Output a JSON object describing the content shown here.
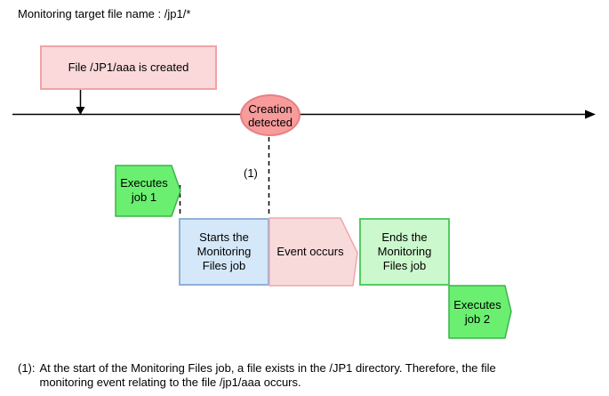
{
  "title": "Monitoring target file name : /jp1/*",
  "colors": {
    "created_box_fill": "#fbd9da",
    "created_box_border": "#f0a3a8",
    "ellipse_fill": "#f79b9b",
    "ellipse_border": "#e87f84",
    "job_fill": "#6aef70",
    "job_border": "#3cb44a",
    "starts_box_fill": "#d5e8fa",
    "starts_box_border": "#8fb1d9",
    "event_fill": "#f9dadb",
    "event_border": "#eda7ad",
    "ends_box_fill": "#ccf8cd",
    "ends_box_border": "#55cb63",
    "line_color": "#000000"
  },
  "diagram": {
    "created_box": {
      "label": "File /JP1/aaa is created"
    },
    "creation_ellipse": {
      "label": "Creation\ndetected"
    },
    "ref_marker": "(1)",
    "executes_job1": {
      "label": "Executes\njob 1"
    },
    "starts_box": {
      "label": "Starts the\nMonitoring\nFiles job"
    },
    "event_occurs": {
      "label": "Event occurs"
    },
    "ends_box": {
      "label": "Ends the\nMonitoring\nFiles job"
    },
    "executes_job2": {
      "label": "Executes\njob 2"
    }
  },
  "footnote": {
    "prefix": "(1):",
    "text": "At the start of the Monitoring Files job, a file exists in the /JP1 directory. Therefore, the file\nmonitoring event relating to the file /jp1/aaa occurs."
  }
}
